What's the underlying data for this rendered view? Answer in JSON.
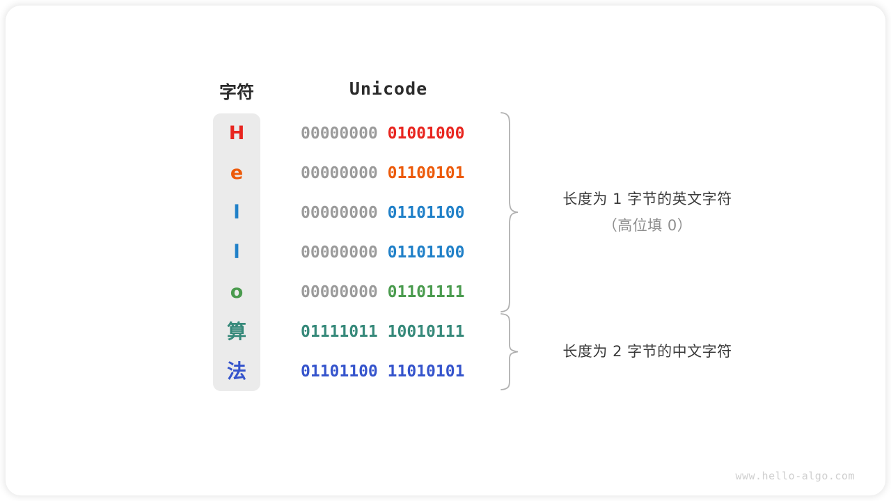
{
  "watermark": "www.hello-algo.com",
  "headers": {
    "char": "字符",
    "unicode": "Unicode"
  },
  "colors": {
    "red": "#E8251F",
    "orange": "#EC5A0A",
    "blue": "#2080C8",
    "green": "#4A9B4E",
    "teal": "#36897A",
    "royal": "#3554CC",
    "gray_high_byte": "#9b9b9b",
    "panel_bg": "#ebebeb",
    "brace": "#b0b0b0",
    "text_dark": "#2b2b2b",
    "annotation": "#3a3a3a",
    "annotation_sub": "#8e8e8e",
    "watermark": "#cfcfcf"
  },
  "rows": [
    {
      "char": "H",
      "high": "00000000",
      "low": "01001000",
      "color": "#E8251F",
      "two_byte": false
    },
    {
      "char": "e",
      "high": "00000000",
      "low": "01100101",
      "color": "#EC5A0A",
      "two_byte": false
    },
    {
      "char": "l",
      "high": "00000000",
      "low": "01101100",
      "color": "#2080C8",
      "two_byte": false
    },
    {
      "char": "l",
      "high": "00000000",
      "low": "01101100",
      "color": "#2080C8",
      "two_byte": false
    },
    {
      "char": "o",
      "high": "00000000",
      "low": "01101111",
      "color": "#4A9B4E",
      "two_byte": false
    },
    {
      "char": "算",
      "high": "01111011",
      "low": "10010111",
      "color": "#36897A",
      "two_byte": true
    },
    {
      "char": "法",
      "high": "01101100",
      "low": "11010101",
      "color": "#3554CC",
      "two_byte": true
    }
  ],
  "annotations": [
    {
      "main": "长度为 1 字节的英文字符",
      "sub": "（高位填 0）"
    },
    {
      "main": "长度为 2 字节的中文字符",
      "sub": ""
    }
  ]
}
